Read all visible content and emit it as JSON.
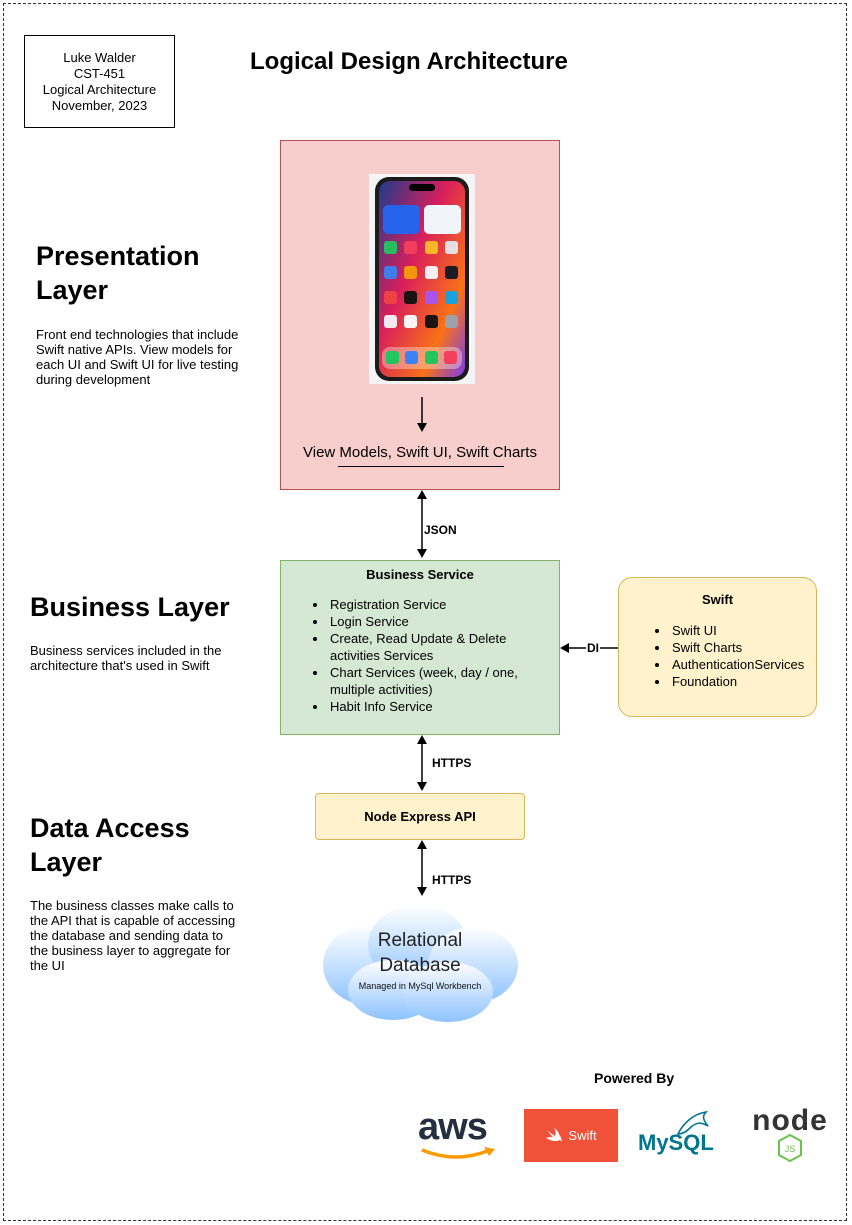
{
  "author": {
    "name": "Luke Walder",
    "course": "CST-451",
    "doc": "Logical Architecture",
    "date": "November, 2023"
  },
  "title": "Logical Design Architecture",
  "presentation": {
    "heading_line1": "Presentation",
    "heading_line2": "Layer",
    "description": "Front end technologies that include Swift native APIs. View models for each UI and Swift UI for live testing during development",
    "label": "View Models, Swift UI, Swift Charts"
  },
  "edges": {
    "json": "JSON",
    "https1": "HTTPS",
    "https2": "HTTPS",
    "di": "DI"
  },
  "business": {
    "heading": "Business Layer",
    "description": "Business services included in the architecture that's used in Swift",
    "box_title": "Business Service",
    "items": [
      "Registration Service",
      "Login Service",
      "Create, Read Update & Delete activities Services",
      "Chart Services (week, day / one, multiple activities)",
      "Habit Info Service"
    ]
  },
  "swift": {
    "title": "Swift",
    "items": [
      "Swift UI",
      "Swift Charts",
      "AuthenticationServices",
      "Foundation"
    ]
  },
  "data_access": {
    "heading_line1": "Data Access",
    "heading_line2": "Layer",
    "description": "The business classes make calls to the API that is capable of accessing the database and sending data to the business layer to aggregate for the UI",
    "api": "Node Express API",
    "db_line1": "Relational",
    "db_line2": "Database",
    "db_sub": "Managed in MySql Workbench"
  },
  "powered": {
    "label": "Powered By",
    "logos": [
      "aws",
      "Swift",
      "MySQL",
      "node"
    ]
  },
  "colors": {
    "presentation_fill": "#f8cecc",
    "business_fill": "#d5e8d4",
    "note_fill": "#fff2cc",
    "cloud": "#9ecbff",
    "swift_orange": "#f05138",
    "aws_orange": "#ff9900",
    "mysql_blue": "#00758f"
  }
}
